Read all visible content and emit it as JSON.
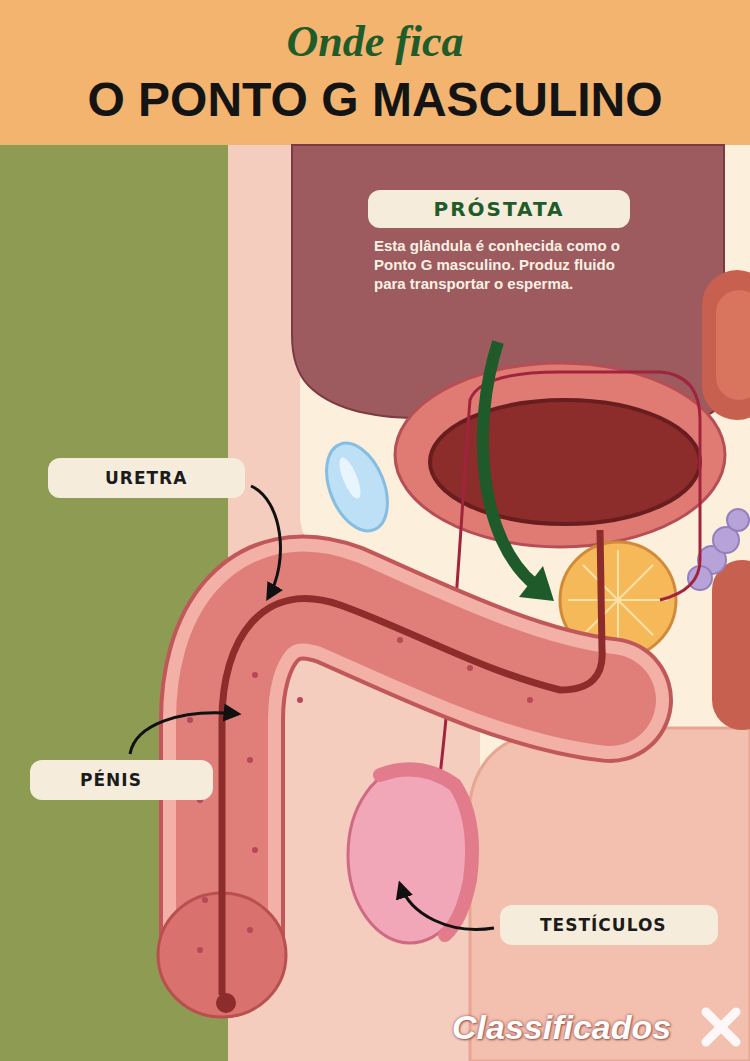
{
  "diagram": {
    "title": "O PONTO G MASCULINO",
    "nodes": [
      {
        "text": [
          "PRÓSTATA",
          "Esta glândula é conhecida como o Ponto G masculino. Produz fluido para transportar o esperma."
        ]
      },
      {
        "text": [
          "URETRA"
        ]
      },
      {
        "text": [
          "PÉNIS"
        ]
      },
      {
        "text": [
          "TESTÍCULOS"
        ]
      }
    ],
    "labels": [
      "Onde fica",
      "Classificados"
    ]
  }
}
